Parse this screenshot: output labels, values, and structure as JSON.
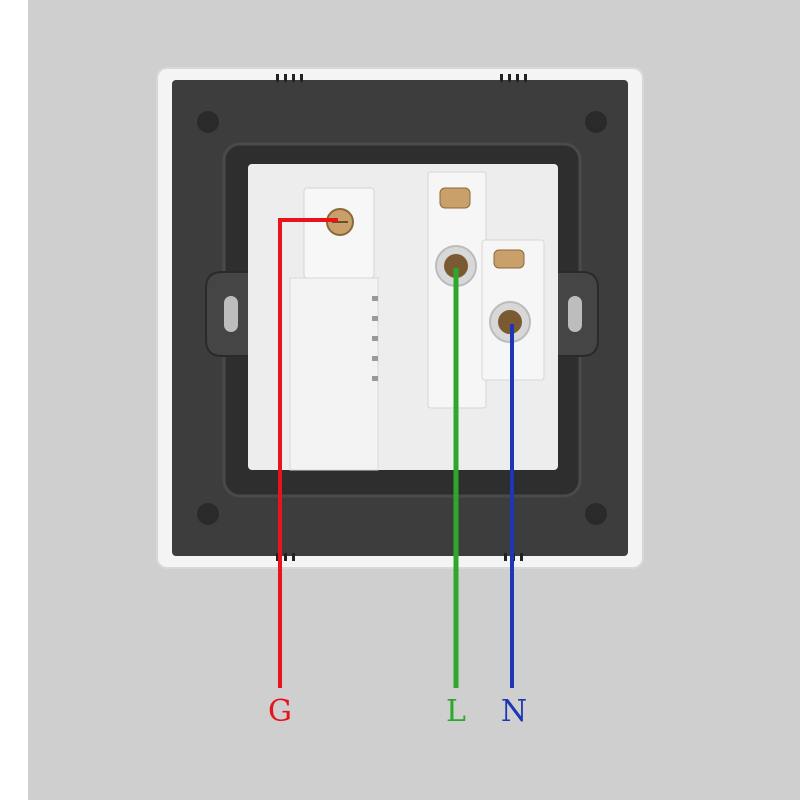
{
  "wiring": {
    "ground": {
      "label": "G",
      "color": "#e8131b"
    },
    "live": {
      "label": "L",
      "color": "#2ea82a"
    },
    "neutral": {
      "label": "N",
      "color": "#1c37b5"
    }
  },
  "colors": {
    "background": "#cfcfcf",
    "frame": "#f2f2f2",
    "plate": "#3b3b3b",
    "module": "#ededed",
    "terminal": "#c9a06a"
  }
}
